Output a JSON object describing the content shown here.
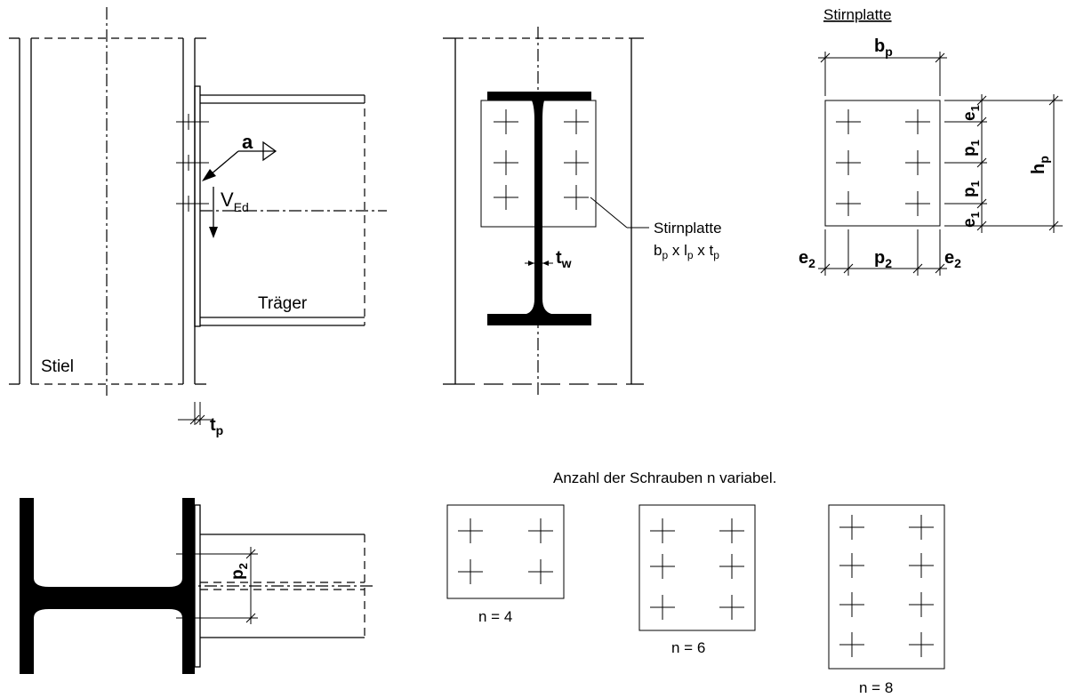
{
  "labels": {
    "stiel": "Stiel",
    "traeger": "Träger",
    "weld_a": "a",
    "shear_v": "V",
    "shear_sub": "Ed",
    "tp_main": "t",
    "tp_sub": "p",
    "tw_main": "t",
    "tw_sub": "w",
    "callout_line1": "Stirnplatte",
    "callout_b": "b",
    "callout_l": "l",
    "callout_t": "t",
    "callout_sub": "p",
    "callout_x": " x ",
    "detail_title": "Stirnplatte",
    "bp_main": "b",
    "bp_sub": "p",
    "hp_main": "h",
    "hp_sub": "p",
    "e1_main": "e",
    "e1_sub": "1",
    "p1_main": "p",
    "p1_sub": "1",
    "e2_main": "e",
    "e2_sub": "2",
    "p2_main": "p",
    "p2_sub": "2",
    "bolts_note": "Anzahl der Schrauben n variabel.",
    "n4": "n = 4",
    "n6": "n = 6",
    "n8": "n = 8"
  }
}
